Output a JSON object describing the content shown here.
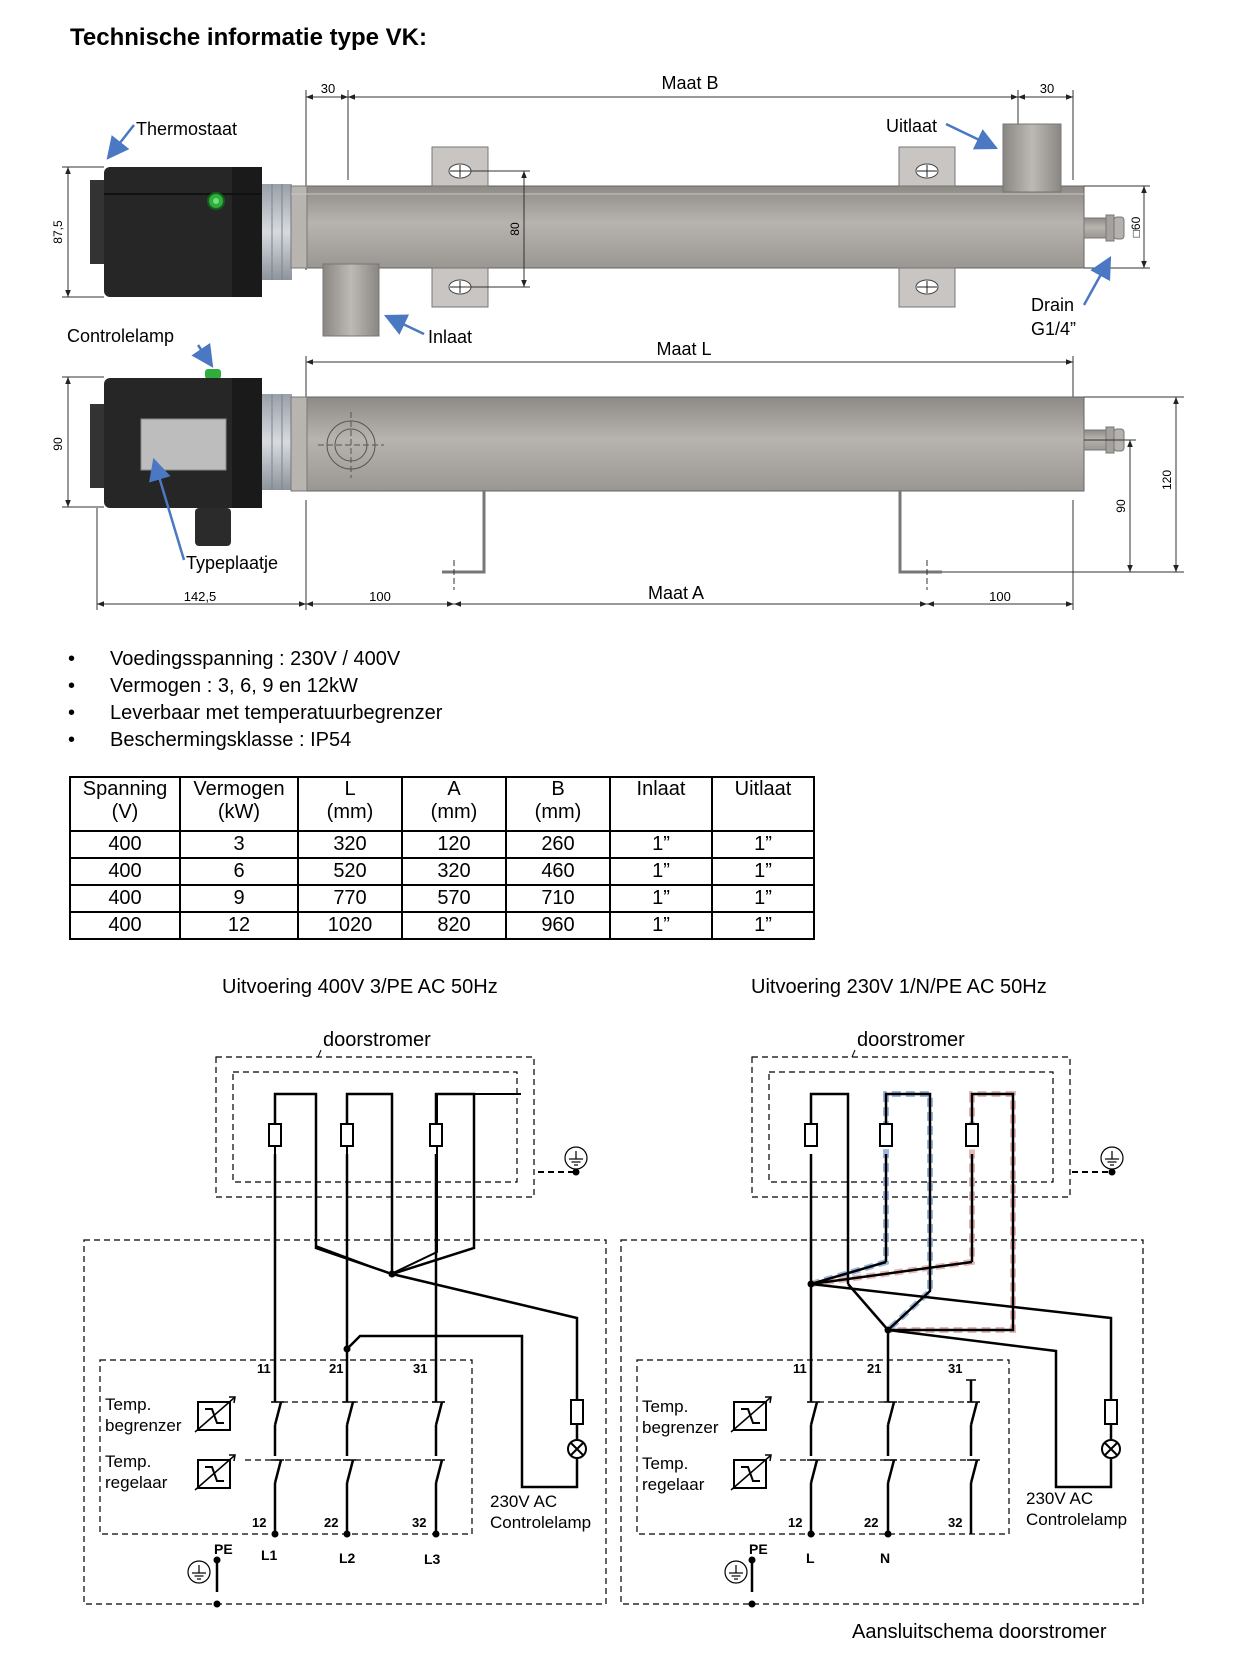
{
  "title": "Technische informatie type VK:",
  "drawing": {
    "dims": {
      "top_30_left": "30",
      "top_30_right": "30",
      "maat_b": "Maat B",
      "h_87_5": "87,5",
      "h_80": "80",
      "sq_60": "□60",
      "maat_l": "Maat L",
      "h_90_left": "90",
      "h_90_right": "90",
      "h_120": "120",
      "w_142_5": "142,5",
      "w_100_left": "100",
      "maat_a": "Maat A",
      "w_100_right": "100"
    },
    "labels": {
      "thermostaat": "Thermostaat",
      "uitlaat": "Uitlaat",
      "controlelamp": "Controlelamp",
      "inlaat": "Inlaat",
      "drain_1": "Drain",
      "drain_2": "G1/4”",
      "typeplaatje": "Typeplaatje"
    },
    "colors": {
      "body": "#a8a4a0",
      "box": "#262626",
      "arrow": "#4a78c2",
      "led": "#2fae3e"
    }
  },
  "bullets": [
    "Voedingsspanning : 230V / 400V",
    "Vermogen : 3, 6, 9 en 12kW",
    "Leverbaar met temperatuurbegrenzer",
    "Beschermingsklasse : IP54"
  ],
  "table": {
    "headers": [
      [
        "Spanning",
        "(V)"
      ],
      [
        "Vermogen",
        "(kW)"
      ],
      [
        "L",
        "(mm)"
      ],
      [
        "A",
        "(mm)"
      ],
      [
        "B",
        "(mm)"
      ],
      [
        "Inlaat",
        ""
      ],
      [
        "Uitlaat",
        ""
      ]
    ],
    "rows": [
      [
        "400",
        "3",
        "320",
        "120",
        "260",
        "1”",
        "1”"
      ],
      [
        "400",
        "6",
        "520",
        "320",
        "460",
        "1”",
        "1”"
      ],
      [
        "400",
        "9",
        "770",
        "570",
        "710",
        "1”",
        "1”"
      ],
      [
        "400",
        "12",
        "1020",
        "820",
        "960",
        "1”",
        "1”"
      ]
    ]
  },
  "schematics": {
    "left": {
      "caption": "Uitvoering 400V 3/PE AC 50Hz",
      "box_label": "doorstromer",
      "terminals_top": [
        "11",
        "21",
        "31"
      ],
      "terminals_bottom": [
        "12",
        "22",
        "32"
      ],
      "temp_begrenzer_1": "Temp.",
      "temp_begrenzer_2": "begrenzer",
      "temp_regelaar_1": "Temp.",
      "temp_regelaar_2": "regelaar",
      "lamp_1": "230V AC",
      "lamp_2": "Controlelamp",
      "pe": "PE",
      "lines": [
        "L1",
        "L2",
        "L3"
      ]
    },
    "right": {
      "caption": "Uitvoering 230V 1/N/PE AC 50Hz",
      "box_label": "doorstromer",
      "terminals_top": [
        "11",
        "21",
        "31"
      ],
      "terminals_bottom": [
        "12",
        "22",
        "32"
      ],
      "temp_begrenzer_1": "Temp.",
      "temp_begrenzer_2": "begrenzer",
      "temp_regelaar_1": "Temp.",
      "temp_regelaar_2": "regelaar",
      "lamp_1": "230V AC",
      "lamp_2": "Controlelamp",
      "pe": "PE",
      "lines": [
        "L",
        "N"
      ]
    },
    "footer": "Aansluitschema doorstromer",
    "colors": {
      "blue_dash": "#9db8df",
      "pink_dash": "#e5b8b5"
    }
  }
}
